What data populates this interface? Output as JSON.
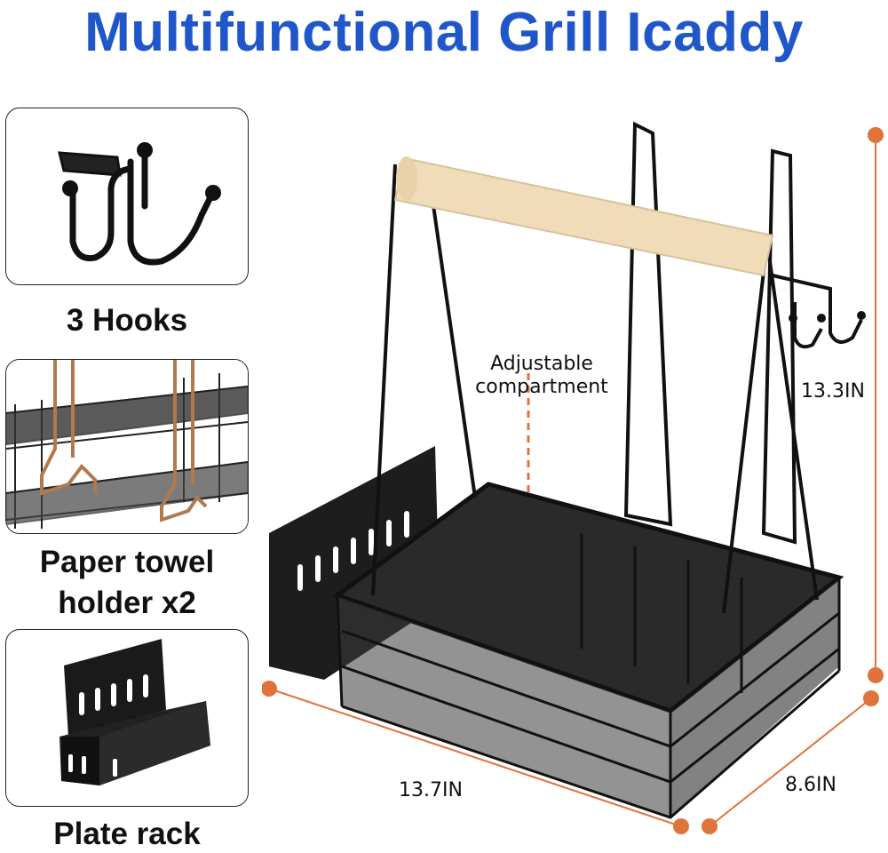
{
  "title": "Multifunctional Grill Icaddy",
  "colors": {
    "title": "#1f56c9",
    "dimension": "#e0733a",
    "metal": "#111111",
    "wood": "#f0dcb8"
  },
  "features": [
    {
      "caption": "3 Hooks",
      "icon": "hooks-image"
    },
    {
      "caption_line1": "Paper towel",
      "caption_line2": "holder x2",
      "icon": "paper-towel-holder-image"
    },
    {
      "caption": "Plate rack",
      "icon": "plate-rack-image"
    }
  ],
  "dimensions": {
    "height": "13.3IN",
    "width": "13.7IN",
    "depth": "8.6IN"
  },
  "callout": {
    "line1": "Adjustable",
    "line2": "compartment"
  }
}
